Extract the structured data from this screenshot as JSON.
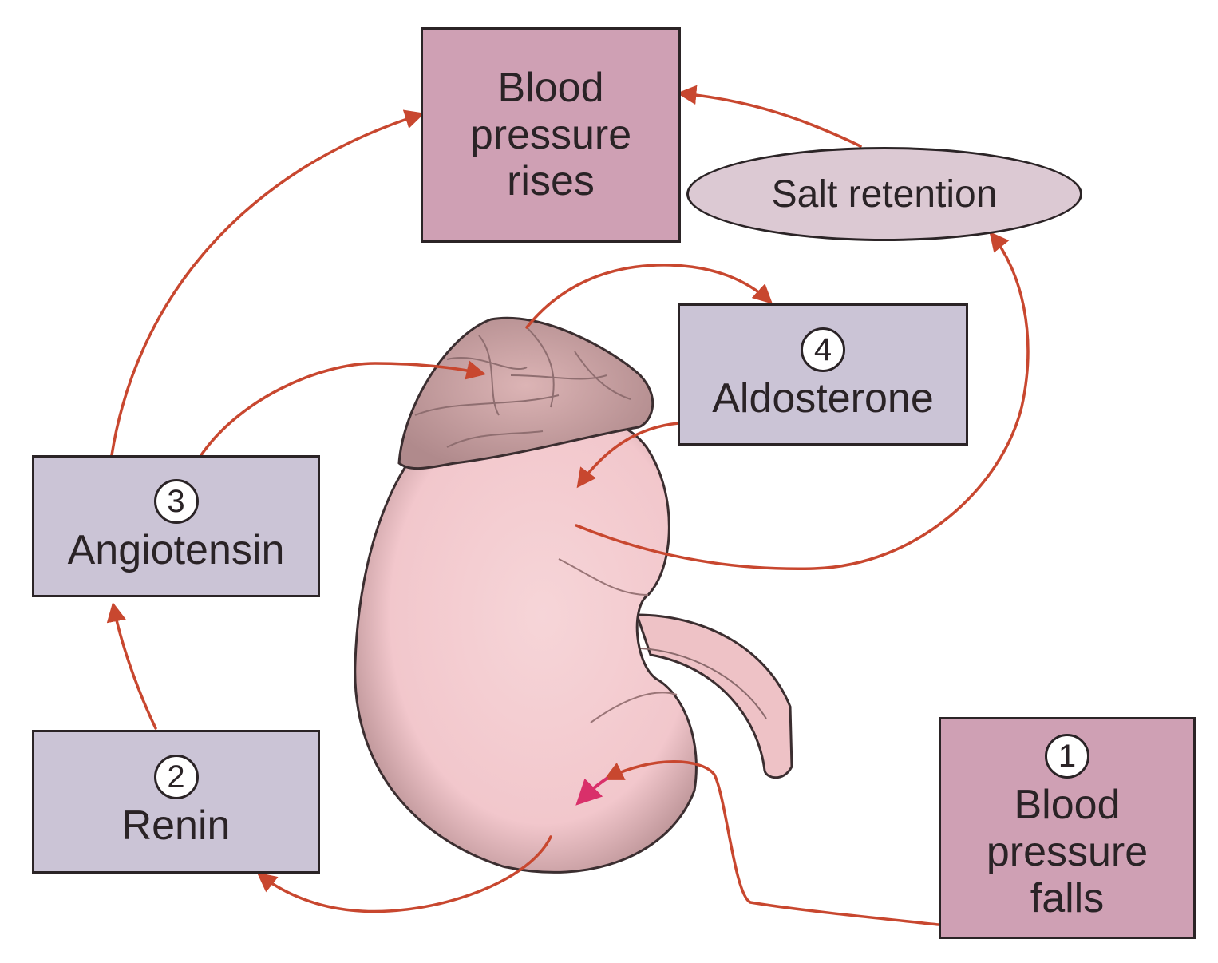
{
  "boxes": {
    "bp_rises": {
      "lines": [
        "Blood",
        "pressure",
        "rises"
      ]
    },
    "aldosterone": {
      "step": "4",
      "label": "Aldosterone"
    },
    "angiotensin": {
      "step": "3",
      "label": "Angiotensin"
    },
    "renin": {
      "step": "2",
      "label": "Renin"
    },
    "bp_falls": {
      "step": "1",
      "lines": [
        "Blood",
        "pressure",
        "falls"
      ]
    }
  },
  "salt_retention": "Salt retention",
  "colors": {
    "arrow": "#c8472f",
    "pink_box": "#cfa0b4",
    "lavender_box": "#cbc4d6",
    "salt_ellipse": "#dcc9d3",
    "kidney": "#f3cdd1",
    "adrenal": "#d9b0b1"
  }
}
